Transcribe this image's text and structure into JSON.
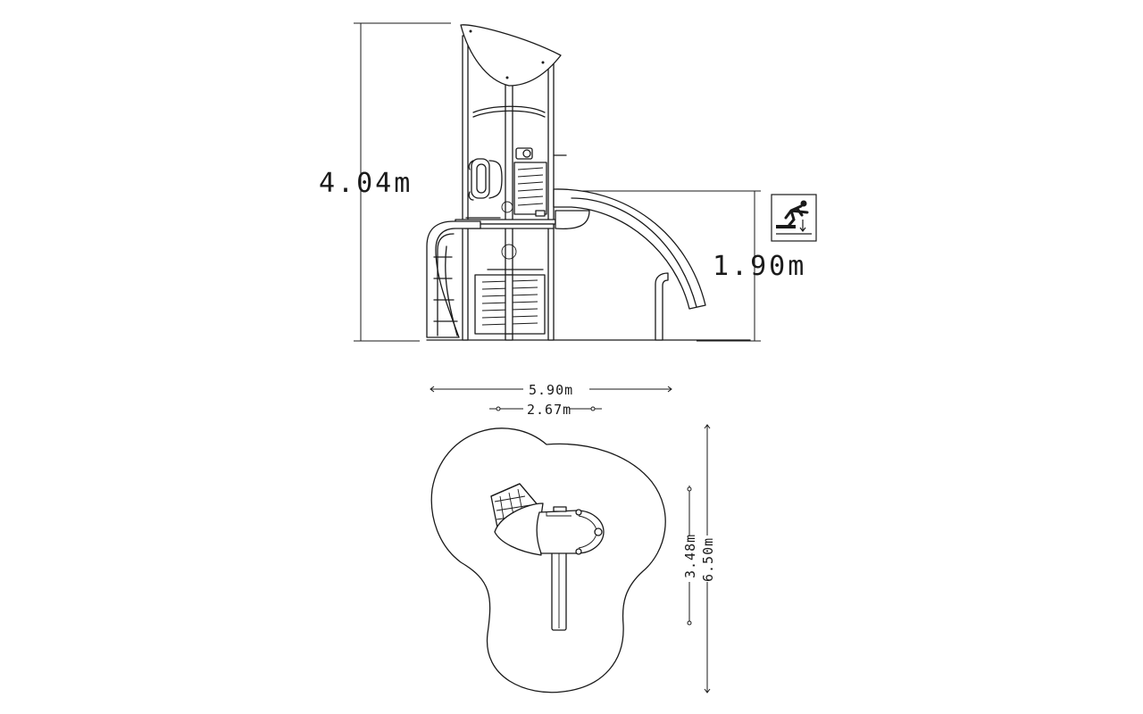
{
  "dimensions": {
    "total_height": "4.04m",
    "fall_height": "1.90m",
    "length": "5.90m",
    "footprint_width": "2.67m",
    "safety_area_length": "6.50m",
    "footprint_depth": "3.48m"
  },
  "icons": {
    "fall_height": "free-fall-height-icon"
  }
}
